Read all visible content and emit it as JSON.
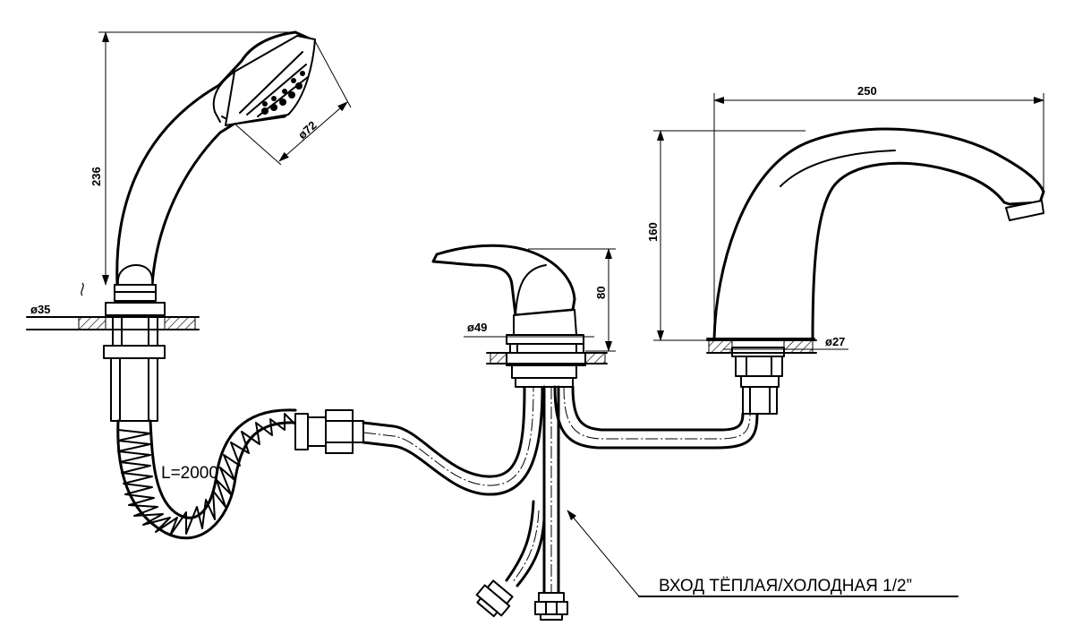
{
  "dimensions": {
    "hand_shower_height": "236",
    "hand_shower_head_diameter": "ø72",
    "hand_shower_base_diameter": "ø35",
    "mixer_height": "80",
    "mixer_base_diameter": "ø49",
    "spout_length": "250",
    "spout_height": "160",
    "spout_base_diameter": "ø27"
  },
  "labels": {
    "hose_length": "L=2000",
    "inlet_note": "ВХОД  ТЁПЛАЯ/ХОЛОДНАЯ    1/2”"
  }
}
